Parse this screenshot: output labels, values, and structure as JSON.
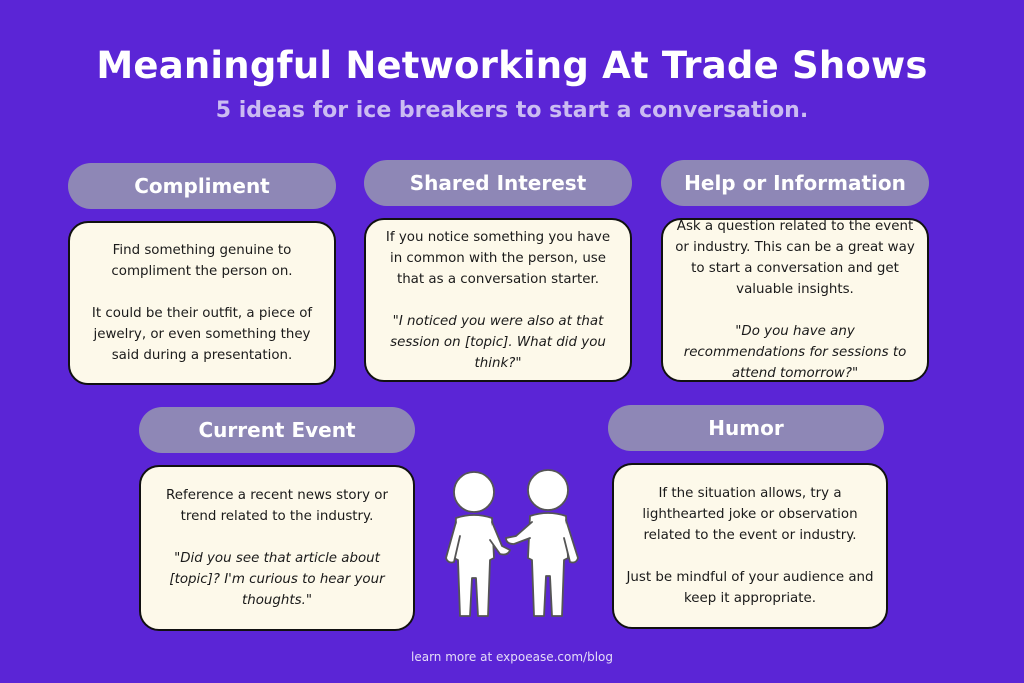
{
  "header": {
    "title": "Meaningful Networking At Trade Shows",
    "subtitle": "5 ideas for ice breakers to start a conversation."
  },
  "ideas": [
    {
      "label": "Compliment",
      "text": "Find something genuine to compliment the person on.",
      "text2": "It could be their outfit, a piece of jewelry, or even something they said during a presentation."
    },
    {
      "label": "Shared Interest",
      "text": "If you notice something you have in common with the person, use that as a conversation starter.",
      "quote": "\"I noticed you were also at that session on [topic]. What did you think?\""
    },
    {
      "label": "Help or Information",
      "text": "Ask a question related to the event or industry. This can be a great way to start a conversation and get valuable insights.",
      "quote": "\"Do you have any recommendations for sessions to attend tomorrow?\""
    },
    {
      "label": "Current Event",
      "text": "Reference a recent news story or trend related to the industry.",
      "quote": "\"Did you see that article about [topic]? I'm curious to hear your thoughts.\""
    },
    {
      "label": "Humor",
      "text": "If the situation allows, try a lighthearted joke or observation related to the event or industry.",
      "text2": "Just be mindful of your audience and keep it appropriate."
    }
  ],
  "footer": {
    "text": "learn more at expoease.com/blog"
  },
  "colors": {
    "background": "#5b25d6",
    "pill": "#8e87b6",
    "card": "#fdf9ea",
    "subtitle": "#cbbcf2"
  }
}
